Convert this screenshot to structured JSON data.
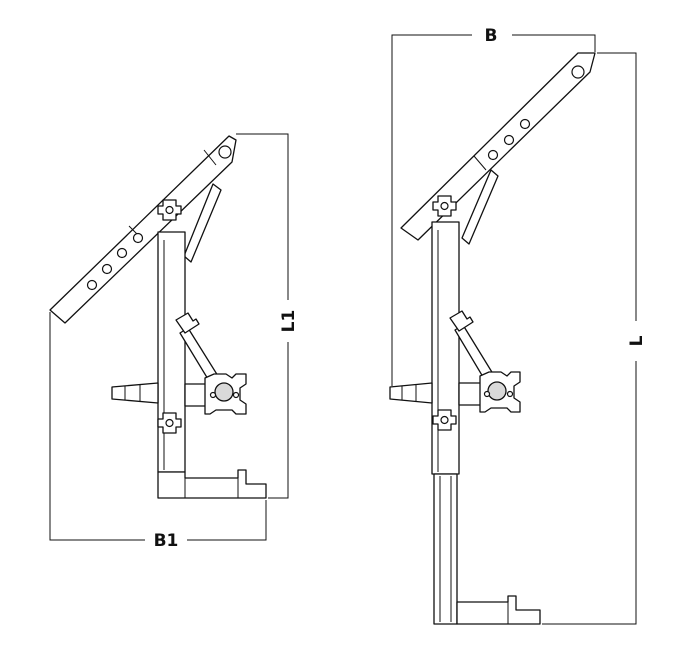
{
  "diagram": {
    "views": [
      {
        "id": "folded",
        "labels": {
          "width": "B1",
          "height": "L1"
        }
      },
      {
        "id": "extended",
        "labels": {
          "width": "B",
          "height": "L"
        }
      }
    ]
  }
}
